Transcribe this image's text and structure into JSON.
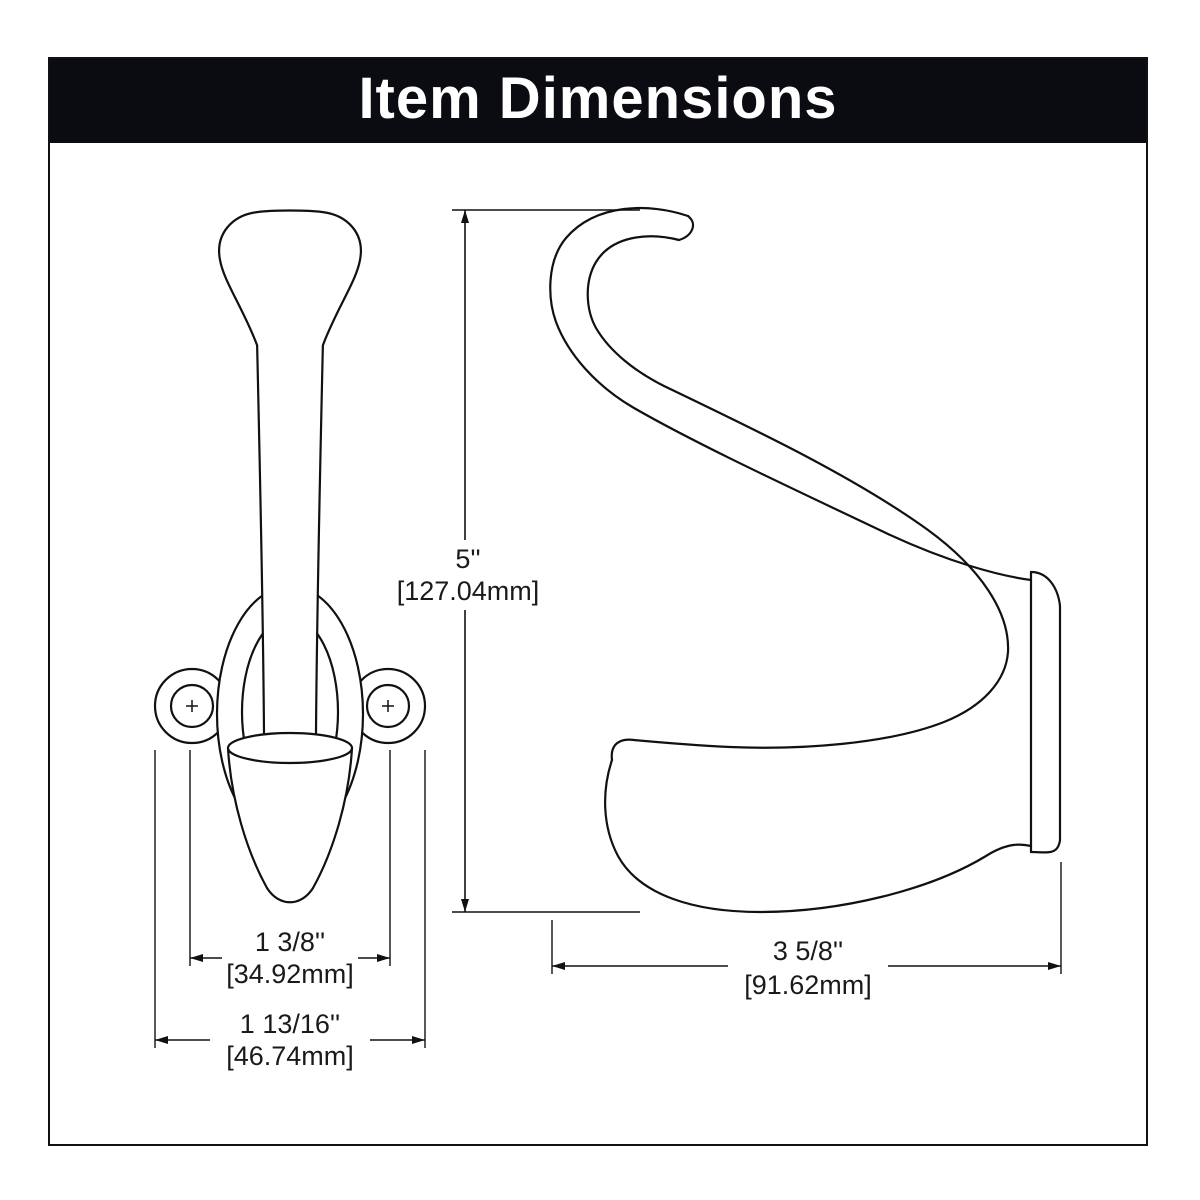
{
  "header": {
    "title": "Item Dimensions"
  },
  "dimensions": {
    "height": {
      "inches": "5''",
      "mm": "[127.04mm]"
    },
    "front_inner_width": {
      "inches": "1 3/8''",
      "mm": "[34.92mm]"
    },
    "front_outer_width": {
      "inches": "1 13/16''",
      "mm": "[46.74mm]"
    },
    "depth": {
      "inches": "3 5/8''",
      "mm": "[91.62mm]"
    }
  },
  "colors": {
    "header_bg": "#0b0b12",
    "line": "#111111",
    "text": "#1a1a1a",
    "page_bg": "#ffffff"
  }
}
